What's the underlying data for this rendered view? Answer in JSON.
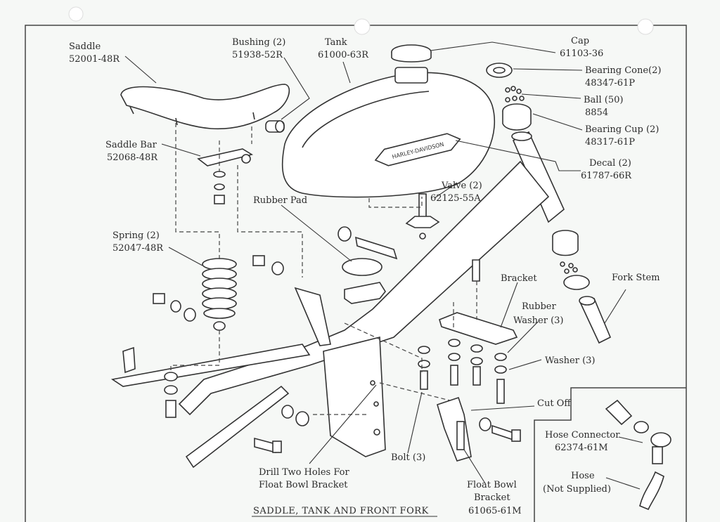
{
  "caption": "SADDLE, TANK AND FRONT FORK",
  "labels": {
    "saddle": [
      "Saddle",
      "52001-48R"
    ],
    "bushing": [
      "Bushing (2)",
      "51938-52R"
    ],
    "tank": [
      "Tank",
      "61000-63R"
    ],
    "cap": [
      "Cap",
      "61103-36"
    ],
    "bearing_cone": [
      "Bearing Cone(2)",
      "48347-61P"
    ],
    "ball": [
      "Ball (50)",
      "8854"
    ],
    "bearing_cup": [
      "Bearing Cup (2)",
      "48317-61P"
    ],
    "decal": [
      "Decal (2)",
      "61787-66R"
    ],
    "saddle_bar": [
      "Saddle Bar",
      "52068-48R"
    ],
    "valve": [
      "Valve (2)",
      "62125-55A"
    ],
    "rubber_pad": [
      "Rubber Pad"
    ],
    "spring": [
      "Spring (2)",
      "52047-48R"
    ],
    "bracket": [
      "Bracket"
    ],
    "fork_stem": [
      "Fork Stem"
    ],
    "rubber_washer": [
      "Rubber",
      "Washer (3)"
    ],
    "washer": [
      "Washer (3)"
    ],
    "cut_off": [
      "Cut Off"
    ],
    "hose_connector": [
      "Hose Connector",
      "62374-61M"
    ],
    "hose": [
      "Hose",
      "(Not Supplied)"
    ],
    "drill": [
      "Drill Two Holes For",
      "Float Bowl Bracket"
    ],
    "bolt": [
      "Bolt (3)"
    ],
    "float_bowl_bracket": [
      "Float Bowl",
      "Bracket",
      "61065-61M"
    ]
  },
  "tank_emblem": "HARLEY-DAVIDSON"
}
